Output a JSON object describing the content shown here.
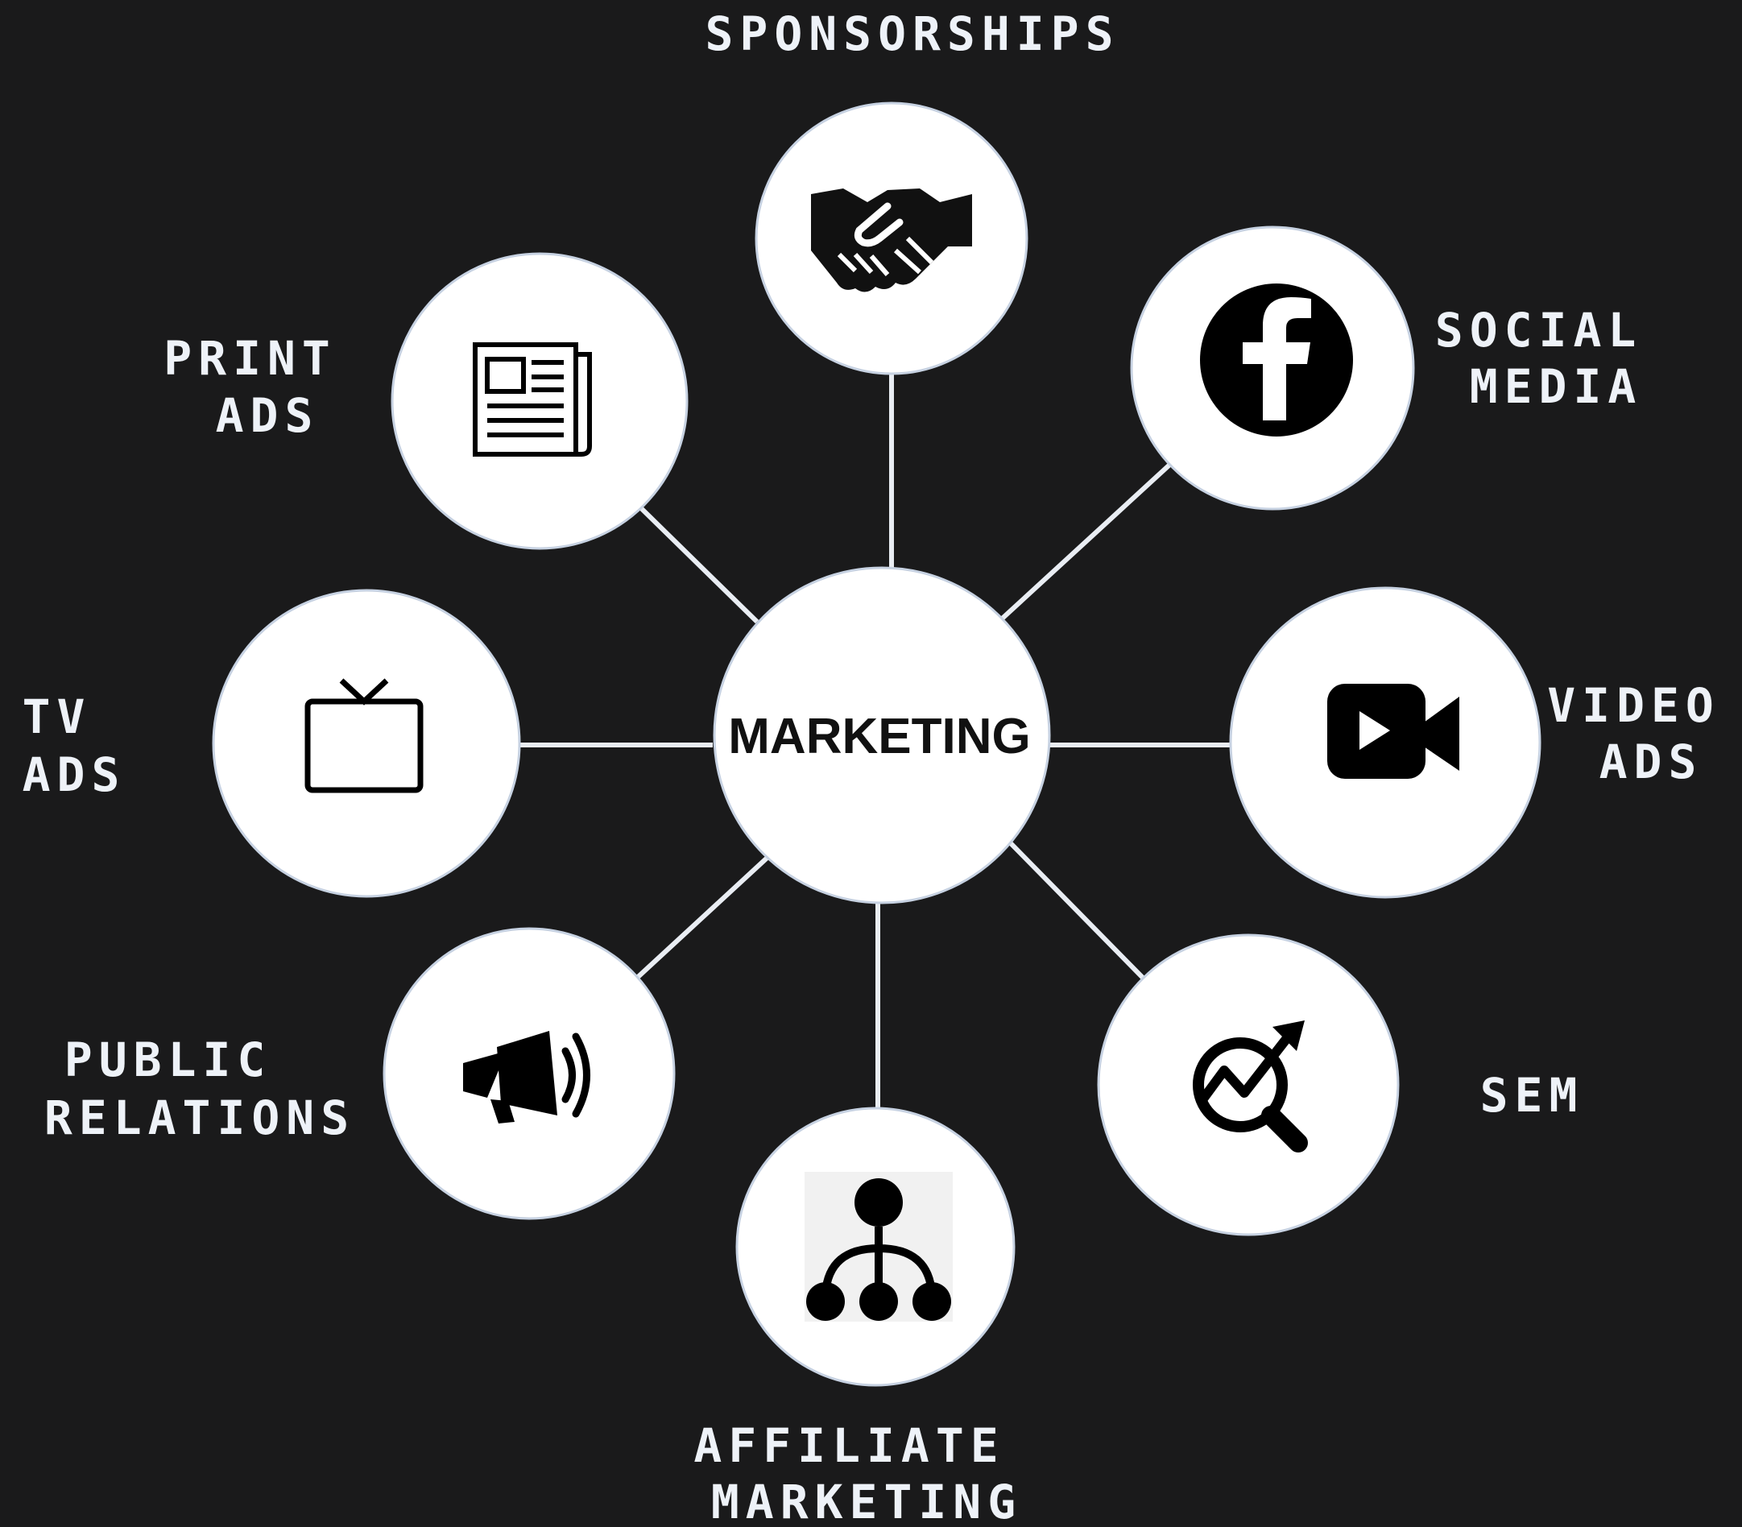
{
  "center": {
    "label": "MARKETING"
  },
  "channels": [
    {
      "id": "sponsorships",
      "icon": "handshake-icon",
      "label": [
        "SPONSORSHIPS"
      ]
    },
    {
      "id": "social-media",
      "icon": "facebook-icon",
      "label": [
        "SOCIAL",
        "MEDIA"
      ]
    },
    {
      "id": "video-ads",
      "icon": "video-camera-icon",
      "label": [
        "VIDEO",
        "ADS"
      ]
    },
    {
      "id": "sem",
      "icon": "search-growth-icon",
      "label": [
        "SEM"
      ]
    },
    {
      "id": "affiliate-marketing",
      "icon": "network-hierarchy-icon",
      "label": [
        "AFFILIATE",
        "MARKETING"
      ]
    },
    {
      "id": "public-relations",
      "icon": "megaphone-icon",
      "label": [
        "PUBLIC",
        "RELATIONS"
      ]
    },
    {
      "id": "tv-ads",
      "icon": "television-icon",
      "label": [
        "TV",
        "ADS"
      ]
    },
    {
      "id": "print-ads",
      "icon": "newspaper-icon",
      "label": [
        "PRINT",
        "ADS"
      ]
    }
  ],
  "colors": {
    "background": "#1a1a1b",
    "node": "#ffffff",
    "line": "#e9edf3",
    "label": "#eef2f8",
    "icon": "#111111"
  }
}
